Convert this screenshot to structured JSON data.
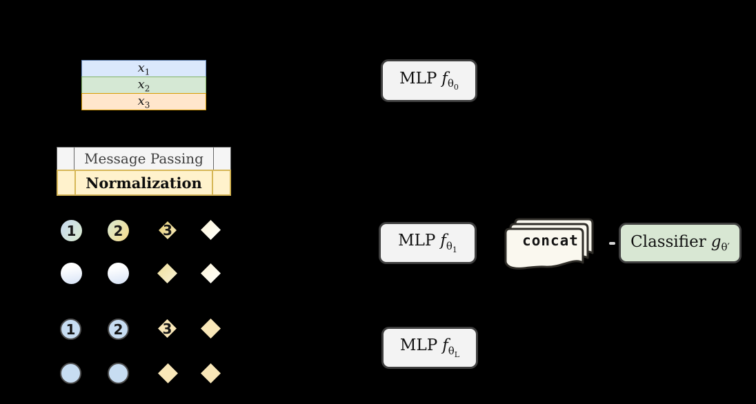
{
  "palette": {
    "background": "#000000",
    "bar_blue_fill": "#dae8fc",
    "bar_blue_border": "#6c8ebf",
    "bar_green_fill": "#d5e8d4",
    "bar_green_border": "#82b366",
    "bar_orange_fill": "#ffe6cc",
    "bar_orange_border": "#d79b00",
    "message_passing_fill": "#f5f5f5",
    "message_passing_border": "#666666",
    "normalization_fill": "#fff2cc",
    "normalization_border": "#d6b656",
    "process_box_fill": "#f3f3f3",
    "process_box_border": "#3f3f3f",
    "classifier_fill": "#d8e7d3",
    "node_blue_fill": "#c7ddf2",
    "node_cream_fill": "#f9e7b8",
    "concat_card_fill": "#faf8ef",
    "concat_card_border": "#2f2d28"
  },
  "feature_stack": {
    "bars": [
      {
        "var": "x",
        "sub": "1"
      },
      {
        "var": "x",
        "sub": "2"
      },
      {
        "var": "x",
        "sub": "3"
      }
    ]
  },
  "gnn_layer": {
    "message_passing": "Message Passing",
    "normalization": "Normalization"
  },
  "nodes_top": {
    "row1": [
      "1",
      "2",
      "3",
      ""
    ],
    "row2": [
      "",
      "",
      "",
      ""
    ]
  },
  "nodes_bottom": {
    "row1": [
      "1",
      "2",
      "3",
      ""
    ],
    "row2": [
      "",
      "",
      "",
      ""
    ]
  },
  "mlp_boxes": [
    {
      "name": "MLP",
      "fn": "f",
      "theta": "θ",
      "idx": "0"
    },
    {
      "name": "MLP",
      "fn": "f",
      "theta": "θ",
      "idx": "1"
    },
    {
      "name": "MLP",
      "fn": "f",
      "theta": "θ",
      "idx": "L"
    }
  ],
  "concat": {
    "label": "concat"
  },
  "classifier": {
    "name": "Classifier",
    "fn": "g",
    "sub": "θ′"
  }
}
